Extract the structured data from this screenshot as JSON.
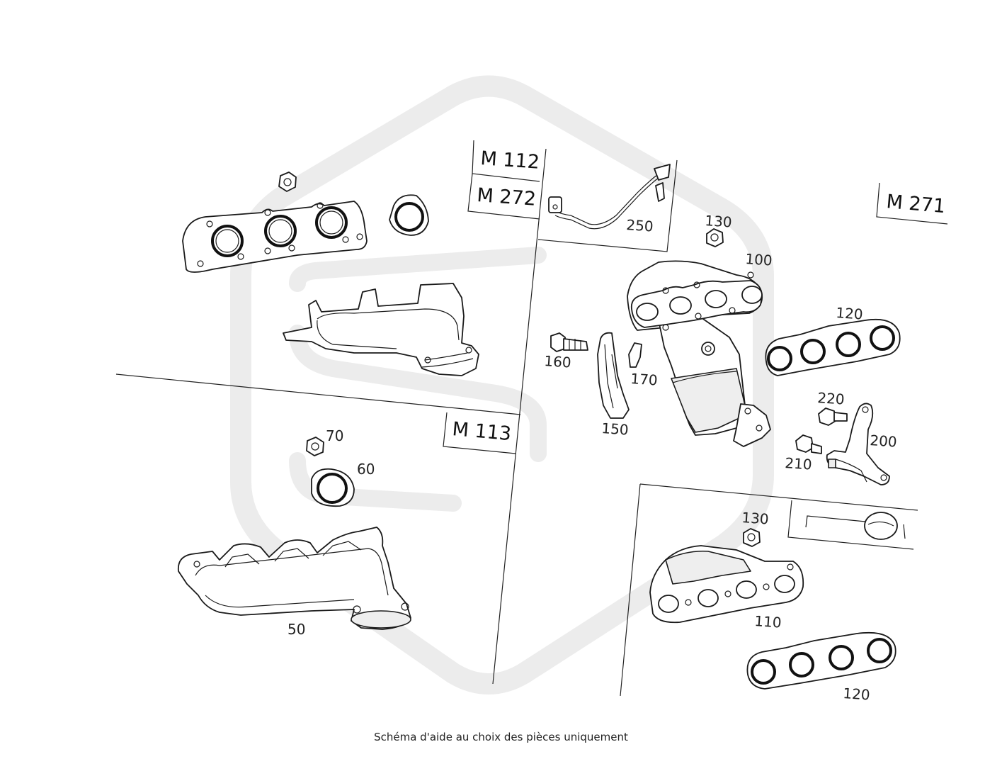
{
  "engines": {
    "m112": "M 112",
    "m272": "M 272",
    "m113": "M 113",
    "m271": "M 271"
  },
  "parts": {
    "p50": "50",
    "p60": "60",
    "p70": "70",
    "p100": "100",
    "p110": "110",
    "p120a": "120",
    "p120b": "120",
    "p130a": "130",
    "p130b": "130",
    "p150": "150",
    "p160": "160",
    "p170": "170",
    "p200": "200",
    "p210": "210",
    "p220": "220",
    "p250": "250"
  },
  "footer": "Schéma d'aide au choix des pièces uniquement"
}
